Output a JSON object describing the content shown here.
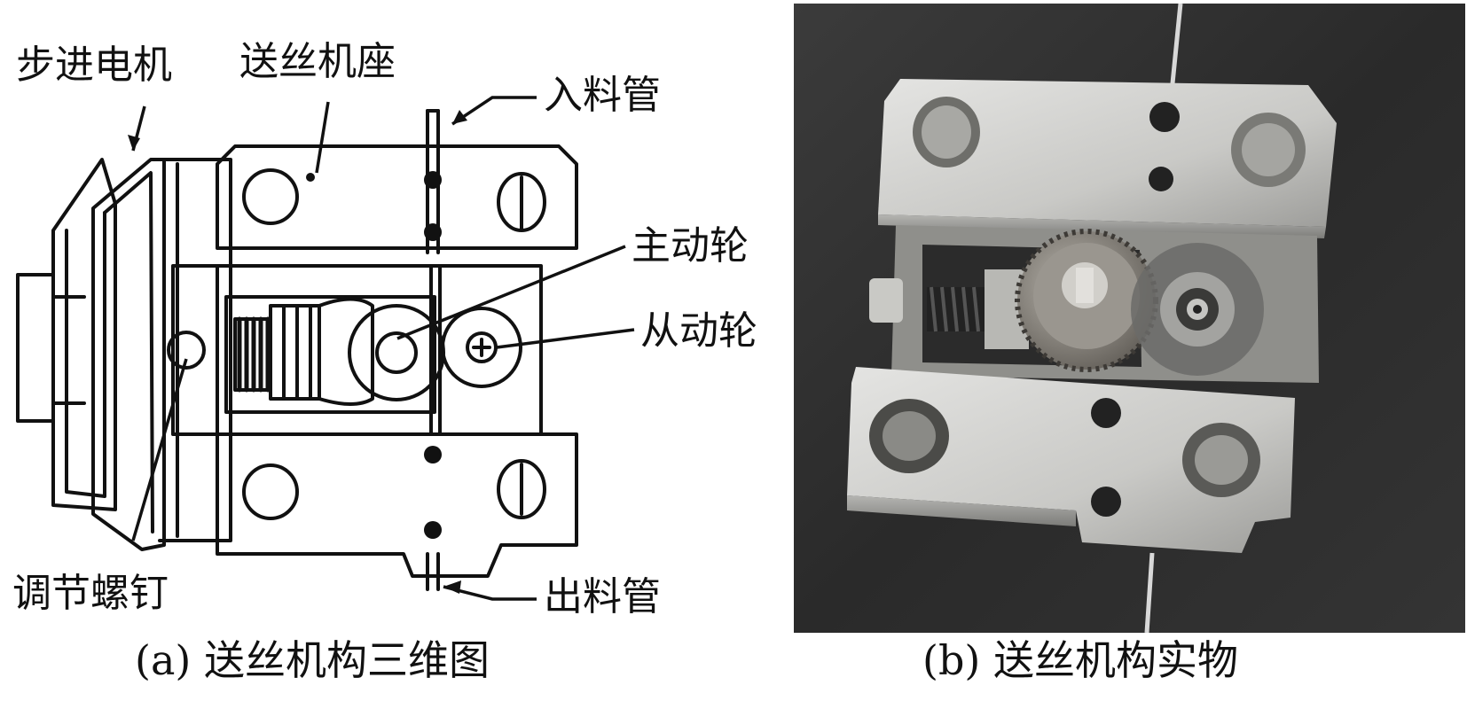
{
  "diagram": {
    "labels": {
      "stepper_motor": "步进电机",
      "feed_base": "送丝机座",
      "inlet_tube": "入料管",
      "drive_wheel": "主动轮",
      "driven_wheel": "从动轮",
      "adjust_screw": "调节螺钉",
      "outlet_tube": "出料管"
    },
    "caption": "(a) 送丝机构三维图"
  },
  "photo": {
    "caption": "(b) 送丝机构实物"
  }
}
